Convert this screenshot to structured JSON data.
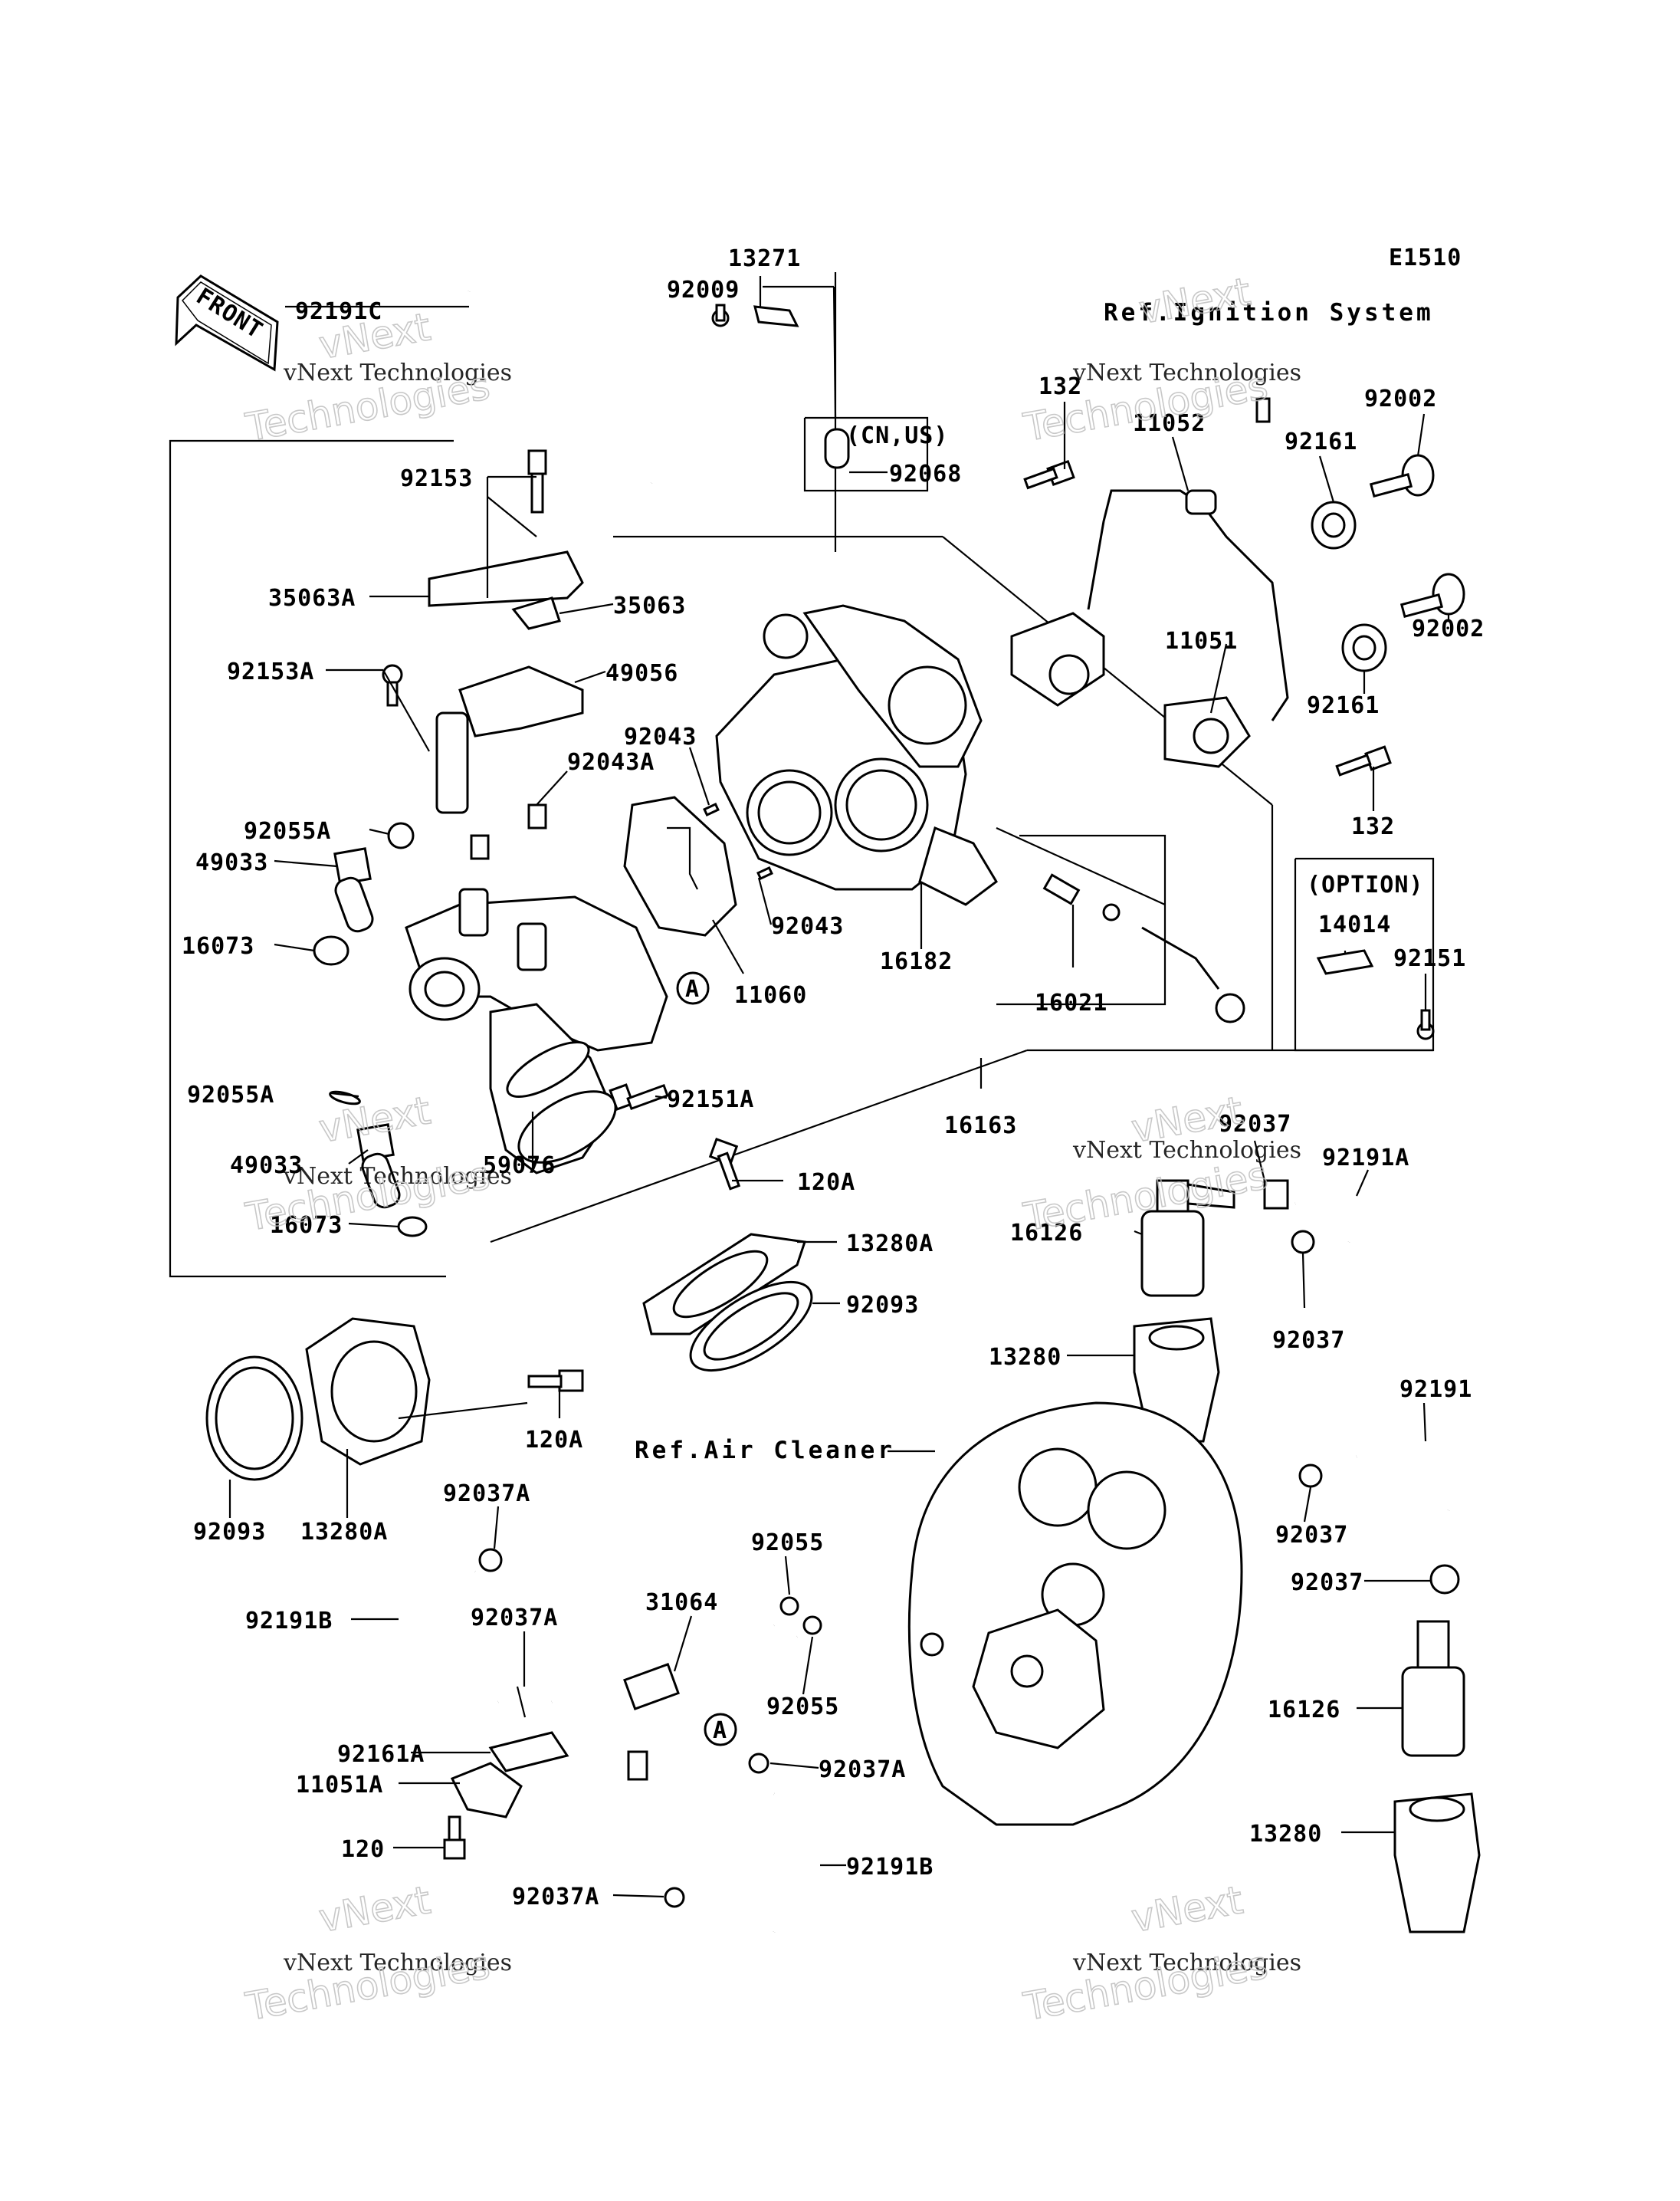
{
  "diagram_code": "E1510",
  "front_label": "FRONT",
  "references": {
    "ignition": "Ref.Ignition System",
    "air_cleaner": "Ref.Air Cleaner"
  },
  "boxes": {
    "cn_us": "(CN,US)",
    "option": "(OPTION)"
  },
  "marker_a": "A",
  "watermark": {
    "line1": "vNext Technologies",
    "line2": "vNext",
    "line3": "Technologies"
  },
  "parts": {
    "p13271": "13271",
    "p92009": "92009",
    "p92191C": "92191C",
    "p92153": "92153",
    "p35063A": "35063A",
    "p35063": "35063",
    "p92153A": "92153A",
    "p49056": "49056",
    "p92043_top": "92043",
    "p92043A": "92043A",
    "p92055A_top": "92055A",
    "p49033_top": "49033",
    "p16073_top": "16073",
    "p92043_low": "92043",
    "p11060": "11060",
    "p16182": "16182",
    "p92151A": "92151A",
    "p92055A_low": "92055A",
    "p59076": "59076",
    "p49033_low": "49033",
    "p16073_low": "16073",
    "p92068": "92068",
    "p132_top": "132",
    "p11052": "11052",
    "p92161_top": "92161",
    "p92002_top": "92002",
    "p11051": "11051",
    "p92002_low": "92002",
    "p92161_low": "92161",
    "p132_low": "132",
    "p14014": "14014",
    "p92151": "92151",
    "p16021": "16021",
    "p16163": "16163",
    "p92037_top": "92037",
    "p92191A": "92191A",
    "p16126_top": "16126",
    "p92037_mid": "92037",
    "p13280_top": "13280",
    "p120A_top": "120A",
    "p13280A_top": "13280A",
    "p92093_top": "92093",
    "p120A_low": "120A",
    "p92093_low": "92093",
    "p13280A_low": "13280A",
    "p92037A_1": "92037A",
    "p92191B_left": "92191B",
    "p92037A_2": "92037A",
    "p31064": "31064",
    "p92055_top": "92055",
    "p92055_low": "92055",
    "p92161A": "92161A",
    "p11051A": "11051A",
    "p120": "120",
    "p92037A_3": "92037A",
    "p92191B_right": "92191B",
    "p92037A_4": "92037A",
    "p92191": "92191",
    "p92037_r1": "92037",
    "p92037_r2": "92037",
    "p16126_low": "16126",
    "p13280_low": "13280"
  }
}
